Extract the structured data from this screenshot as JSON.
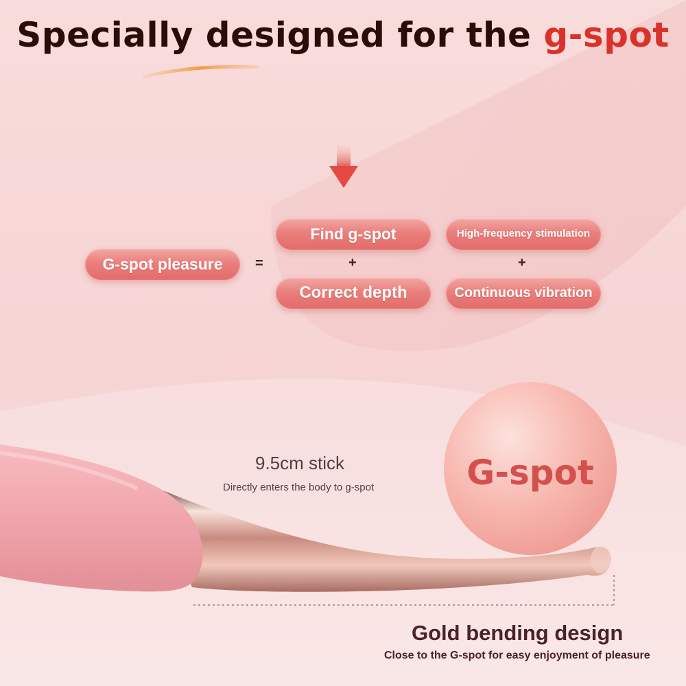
{
  "header": {
    "title_main": "Specially designed for the ",
    "title_highlight": "g-spot"
  },
  "equation": {
    "left_label": "G-spot pleasure",
    "equals_sign": "=",
    "plus_sign": "+",
    "find_spot": "Find g-spot",
    "correct_depth": "Correct depth",
    "high_frequency": "High-frequency stimulation",
    "continuous_vibration": "Continuous vibration"
  },
  "stick": {
    "title": "9.5cm stick",
    "subtitle": "Directly enters the body to g-spot"
  },
  "ball": {
    "label": "G-spot"
  },
  "gold": {
    "title": "Gold bending design",
    "subtitle": "Close to the G-spot for easy enjoyment of pleasure"
  },
  "colors": {
    "accent_red": "#d8322a",
    "pill_pink": "#e97b78",
    "background_pink": "#f7dada",
    "dark_text": "#2b0d08"
  }
}
